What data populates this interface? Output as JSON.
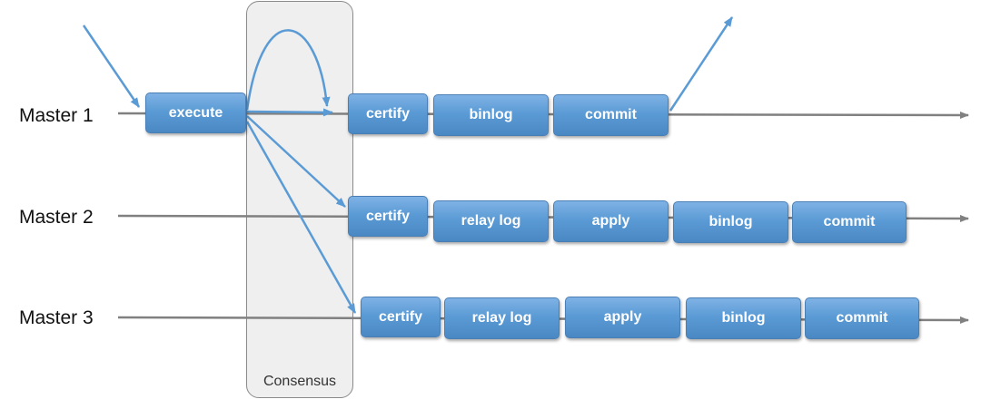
{
  "consensus": {
    "label": "Consensus"
  },
  "masters": [
    {
      "label": "Master 1",
      "steps": [
        "execute",
        "certify",
        "binlog",
        "commit"
      ]
    },
    {
      "label": "Master 2",
      "steps": [
        "certify",
        "relay log",
        "apply",
        "binlog",
        "commit"
      ]
    },
    {
      "label": "Master 3",
      "steps": [
        "certify",
        "relay log",
        "apply",
        "binlog",
        "commit"
      ]
    }
  ],
  "colors": {
    "timeline": "#808080",
    "arrow": "#5b9bd5",
    "step_fill": "#5b9bd5",
    "consensus_fill": "#efefef"
  }
}
